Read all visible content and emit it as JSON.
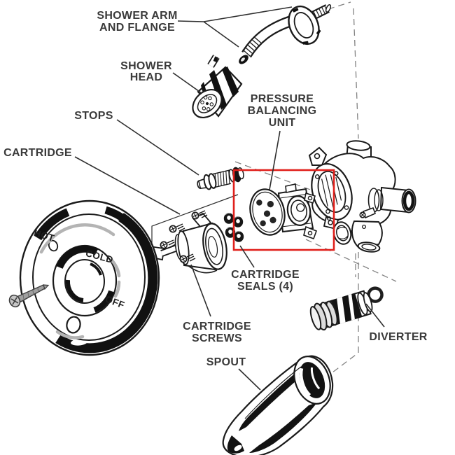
{
  "diagram": {
    "type": "exploded-parts-diagram",
    "subject": "shower and tub valve assembly",
    "colors": {
      "ink": "#1a1a1a",
      "label_text": "#3a3a3a",
      "highlight_red": "#e0201c",
      "plate_arc_gray": "#b4b4b4",
      "steel_gray": "#9f9f9f",
      "background": "#ffffff"
    },
    "labels": {
      "shower_arm_flange": {
        "lines": [
          "SHOWER ARM",
          "AND FLANGE"
        ]
      },
      "shower_head": {
        "lines": [
          "SHOWER",
          "HEAD"
        ]
      },
      "stops": {
        "text": "STOPS"
      },
      "cartridge": {
        "text": "CARTRIDGE"
      },
      "pressure_balancing_unit": {
        "lines": [
          "PRESSURE",
          "BALANCING",
          "UNIT"
        ]
      },
      "cartridge_seals": {
        "lines": [
          "CARTRIDGE",
          "SEALS (4)"
        ]
      },
      "cartridge_screws": {
        "lines": [
          "CARTRIDGE",
          "SCREWS"
        ]
      },
      "spout": {
        "text": "SPOUT"
      },
      "diverter": {
        "text": "DIVERTER"
      }
    },
    "plate_markings": {
      "hot": "HOT",
      "cold": "COLD",
      "off": "OFF"
    },
    "highlight_box": {
      "meaning": "pressure balancing unit location",
      "color": "#e0201c"
    },
    "seal_count": 4
  }
}
